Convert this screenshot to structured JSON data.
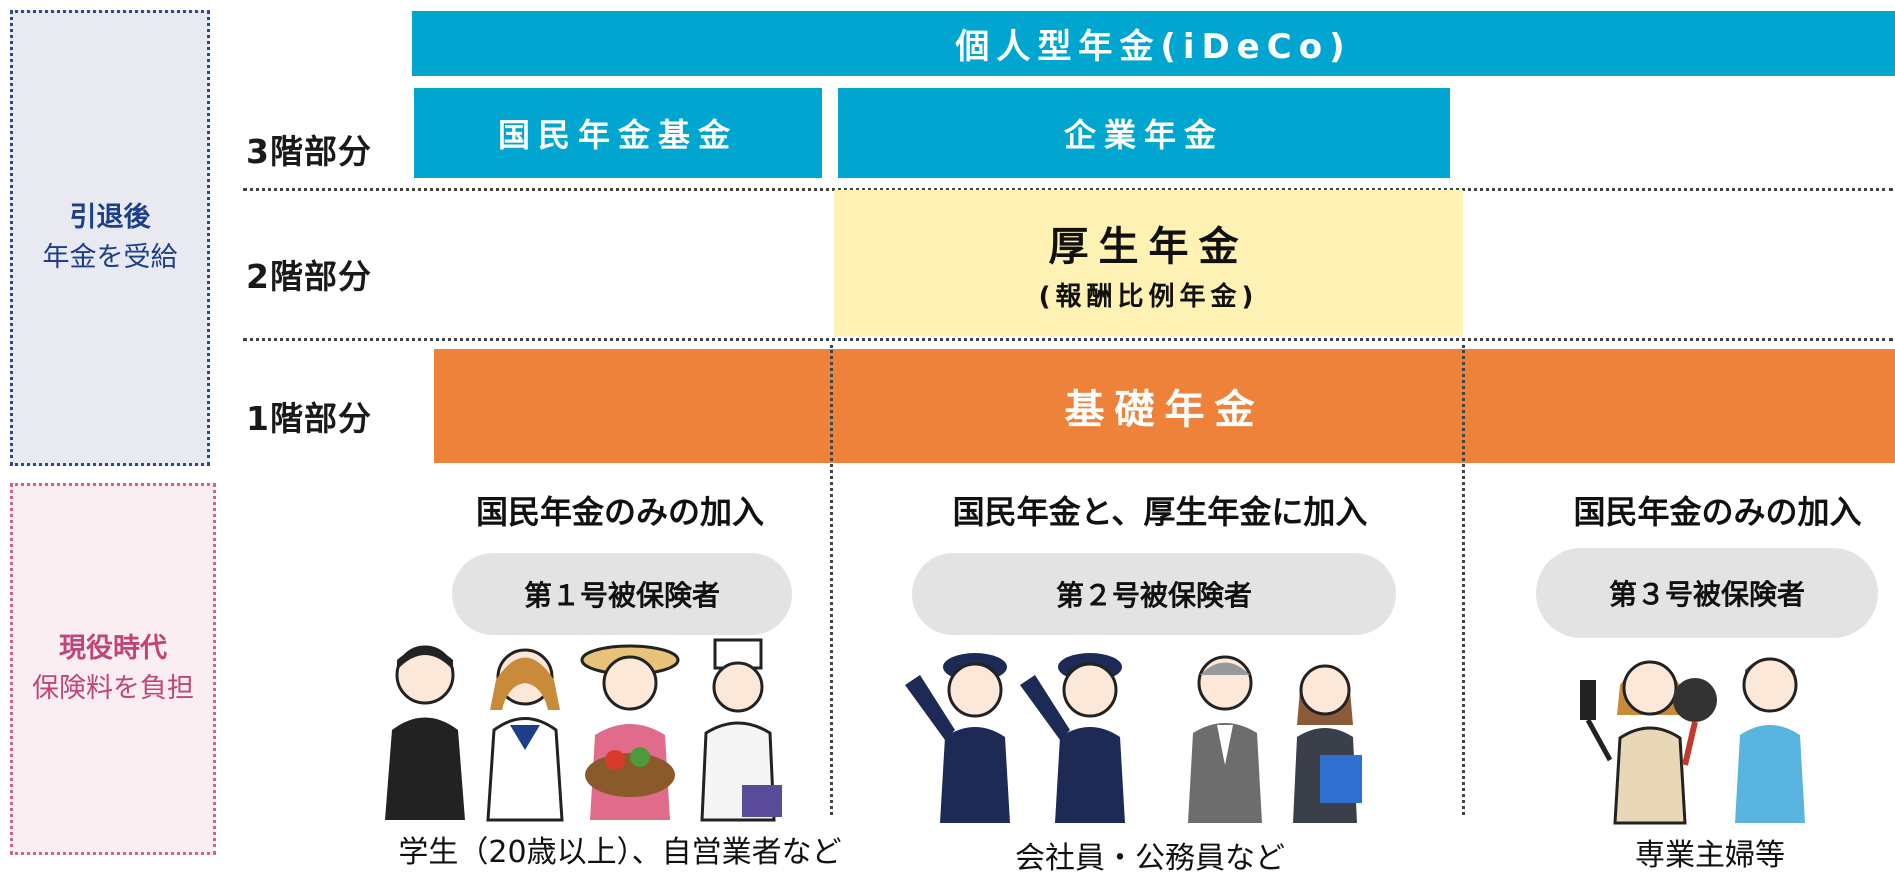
{
  "side": {
    "retire_title": "引退後",
    "retire_sub": "年金を受給",
    "active_title": "現役時代",
    "active_sub": "保険料を負担"
  },
  "tiers": {
    "tier3": "3階部分",
    "tier2": "2階部分",
    "tier1": "1階部分"
  },
  "bars": {
    "ideco": "個人型年金(iDeCo)",
    "kokumin_kikin": "国民年金基金",
    "kigyo": "企業年金",
    "kousei": "厚生年金",
    "kousei_sub": "(報酬比例年金)",
    "kiso": "基礎年金"
  },
  "groups": [
    {
      "title": "国民年金のみの加入",
      "pill": "第１号被保険者",
      "caption": "学生（20歳以上）、自営業者など"
    },
    {
      "title": "国民年金と、厚生年金に加入",
      "pill": "第２号被保険者",
      "caption": "会社員・公務員など"
    },
    {
      "title": "国民年金のみの加入",
      "pill": "第３号被保険者",
      "caption": "専業主婦等"
    }
  ],
  "colors": {
    "blue_bar": "#00a6cf",
    "orange_bar": "#ee823a",
    "yellow_bar": "#fdf1b4",
    "retire_text": "#1d3e88",
    "active_text": "#c2457a"
  }
}
